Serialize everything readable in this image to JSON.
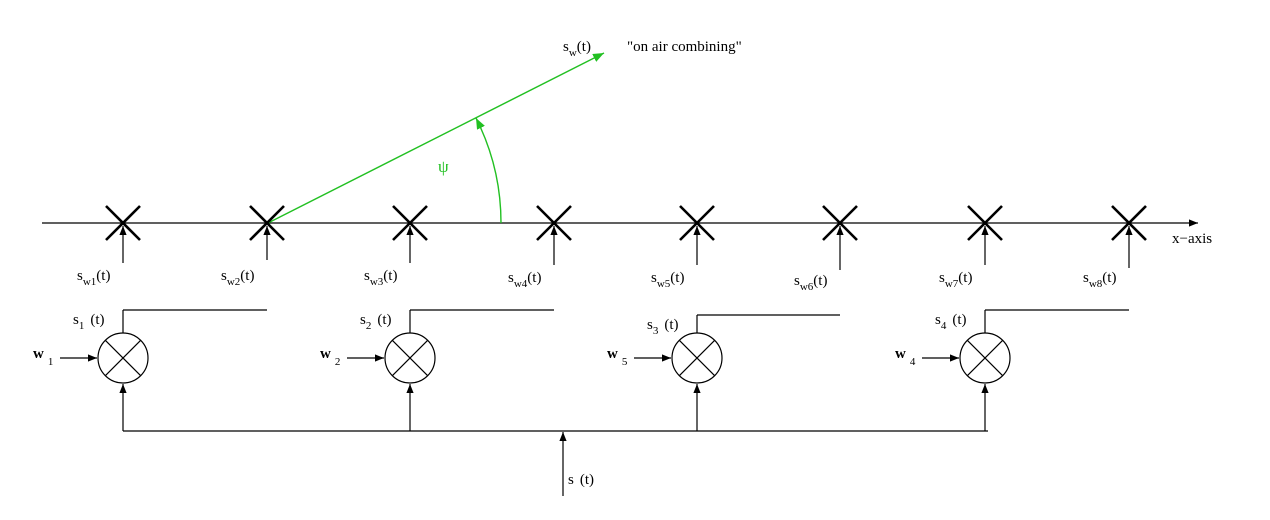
{
  "diagram": {
    "beam": {
      "signal": {
        "main": "s",
        "sub": "w",
        "arg": "(t)"
      },
      "caption": "\"on air combining\"",
      "angle": "ψ",
      "color": "#22c022"
    },
    "axis_label": "x−axis",
    "input": {
      "main": "s",
      "arg": "(t)"
    },
    "multipliers": [
      {
        "weight": {
          "main": "w",
          "sub": "1"
        },
        "signal": {
          "main": "s",
          "sub": "1",
          "arg": "(t)"
        }
      },
      {
        "weight": {
          "main": "w",
          "sub": "2"
        },
        "signal": {
          "main": "s",
          "sub": "2",
          "arg": "(t)"
        }
      },
      {
        "weight": {
          "main": "w",
          "sub": "5"
        },
        "signal": {
          "main": "s",
          "sub": "3",
          "arg": "(t)"
        }
      },
      {
        "weight": {
          "main": "w",
          "sub": "4"
        },
        "signal": {
          "main": "s",
          "sub": "4",
          "arg": "(t)"
        }
      }
    ],
    "elements": [
      {
        "main": "s",
        "sub": "w1",
        "arg": "(t)"
      },
      {
        "main": "s",
        "sub": "w2",
        "arg": "(t)"
      },
      {
        "main": "s",
        "sub": "w3",
        "arg": "(t)"
      },
      {
        "main": "s",
        "sub": "w4",
        "arg": "(t)"
      },
      {
        "main": "s",
        "sub": "w5",
        "arg": "(t)"
      },
      {
        "main": "s",
        "sub": "w6",
        "arg": "(t)"
      },
      {
        "main": "s",
        "sub": "w7",
        "arg": "(t)"
      },
      {
        "main": "s",
        "sub": "w8",
        "arg": "(t)"
      }
    ],
    "line_color": "#000000"
  }
}
